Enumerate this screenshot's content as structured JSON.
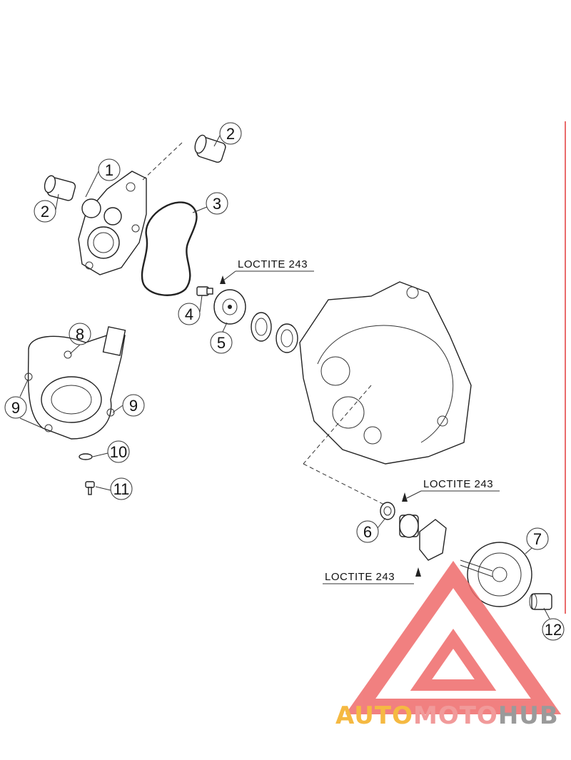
{
  "callouts": [
    "1",
    "2",
    "2",
    "3",
    "4",
    "5",
    "6",
    "7",
    "8",
    "9",
    "9",
    "10",
    "11",
    "12"
  ],
  "annotations": {
    "loctite_a": "LOCTITE 243",
    "loctite_b": "LOCTITE 243",
    "loctite_c": "LOCTITE 243"
  },
  "watermark": {
    "part1": "AUTO",
    "part2": "MOTO",
    "part3": "HUB",
    "colors": {
      "auto": "#f5b942",
      "moto": "#f19a9a",
      "hub": "#9a9a9a",
      "logo": "#ef6b6b"
    }
  },
  "accent": {
    "right_rule": "#e23b3b"
  }
}
